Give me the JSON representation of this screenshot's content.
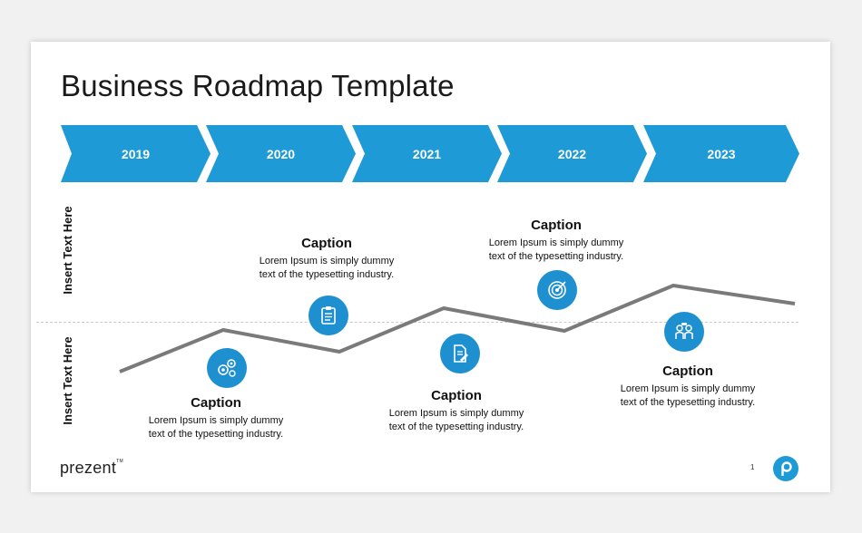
{
  "title": "Business Roadmap Template",
  "timeline": {
    "years": [
      "2019",
      "2020",
      "2021",
      "2022",
      "2023"
    ]
  },
  "side_labels": [
    "Insert Text Here",
    "Insert Text Here"
  ],
  "captions": [
    {
      "title": "Caption",
      "line1": "Lorem Ipsum is simply dummy",
      "line2": "text of the typesetting industry."
    },
    {
      "title": "Caption",
      "line1": "Lorem Ipsum is simply dummy",
      "line2": "text of the typesetting industry."
    },
    {
      "title": "Caption",
      "line1": "Lorem Ipsum is simply dummy",
      "line2": "text of the typesetting industry."
    },
    {
      "title": "Caption",
      "line1": "Lorem Ipsum is simply dummy",
      "line2": "text of the typesetting industry."
    },
    {
      "title": "Caption",
      "line1": "Lorem Ipsum is simply dummy",
      "line2": "text of the typesetting industry."
    }
  ],
  "icons": [
    "gears-icon",
    "clipboard-icon",
    "document-edit-icon",
    "target-icon",
    "team-icon"
  ],
  "footer": {
    "brand": "prezent",
    "trademark": "TM",
    "page_number": "1"
  },
  "colors": {
    "accent": "#1e9ad6",
    "icon_bg": "#1e8fcf",
    "trend_line": "#7a7a7a"
  }
}
